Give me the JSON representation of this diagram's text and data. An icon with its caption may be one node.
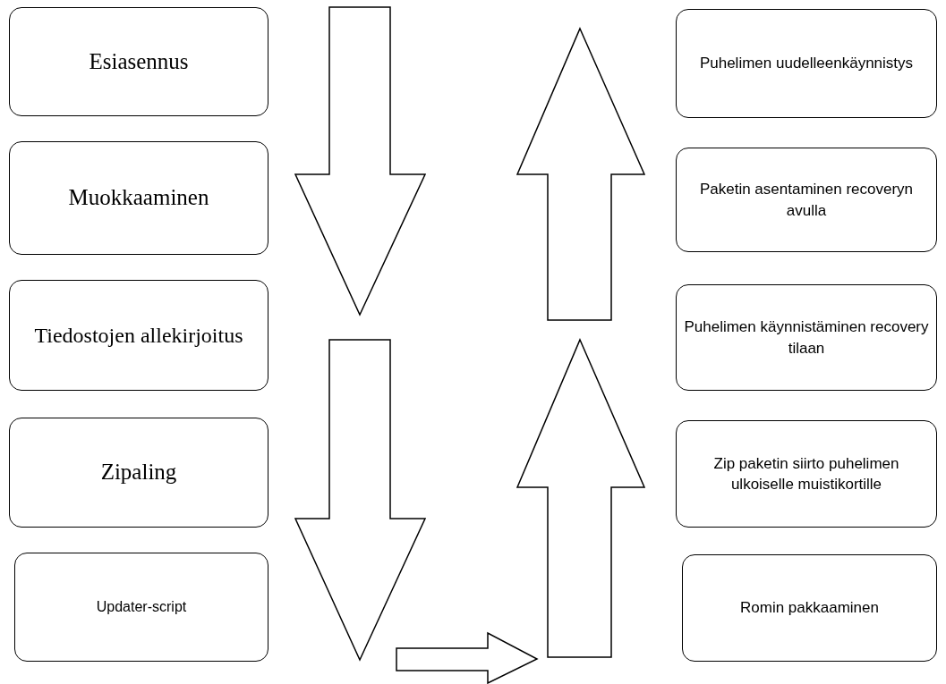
{
  "diagram": {
    "nodes": [
      {
        "text": [
          "Esiasennus"
        ]
      },
      {
        "text": [
          "Muokkaaminen"
        ]
      },
      {
        "text": [
          "Tiedostojen allekirjoitus"
        ]
      },
      {
        "text": [
          "Zipaling"
        ]
      },
      {
        "text": [
          "Updater-script"
        ]
      },
      {
        "text": [
          "Puhelimen uudelleenkäynnistys"
        ]
      },
      {
        "text": [
          "Paketin asentaminen recoveryn avulla"
        ]
      },
      {
        "text": [
          "Puhelimen käynnistäminen recovery tilaan"
        ]
      },
      {
        "text": [
          "Zip paketin siirto puhelimen ulkoiselle muistikortille"
        ]
      },
      {
        "text": [
          "Romin pakkaaminen"
        ]
      }
    ]
  }
}
